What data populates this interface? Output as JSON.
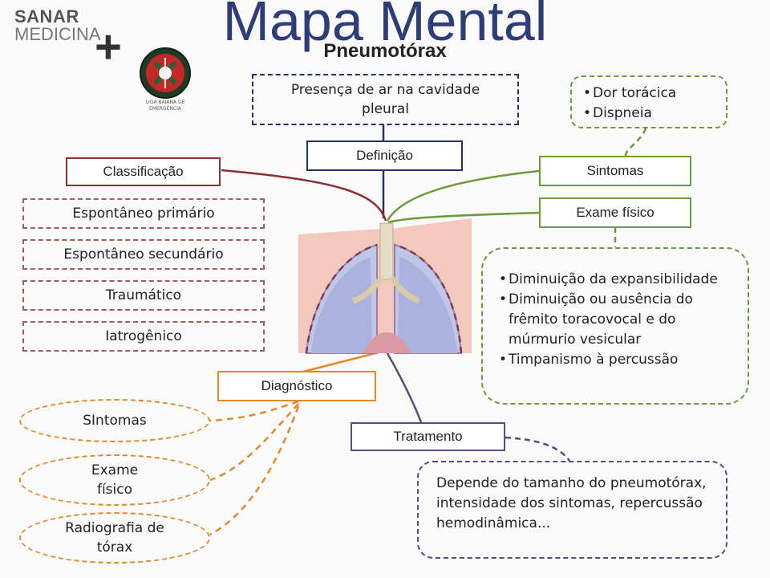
{
  "branding": {
    "sanar_top": "SANAR",
    "sanar_bottom": "MEDICINA",
    "plus": "+",
    "crest_caption": "LIGA BAIANA DE EMERGÊNCIA"
  },
  "title": "Mapa Mental",
  "subtitle": "Pneumotórax",
  "definicao": {
    "text": "Presença de ar na cavidade pleural",
    "label": "Definição"
  },
  "classificacao": {
    "label": "Classificação",
    "items": [
      "Espontâneo primário",
      "Espontâneo secundário",
      "Traumático",
      "Iatrogênico"
    ]
  },
  "sintomas": {
    "label": "Sintomas",
    "items": [
      "Dor torácica",
      "Dispneia"
    ]
  },
  "exame_fisico": {
    "label": "Exame físico",
    "items": [
      "Diminuição da expansibilidade",
      "Diminuição ou ausência do frêmito toracovocal e do múrmurio vesicular",
      "Timpanismo à percussão"
    ]
  },
  "diagnostico": {
    "label": "Diagnóstico",
    "items": [
      "SIntomas",
      "Exame físico",
      "Radiografia de tórax"
    ]
  },
  "tratamento": {
    "label": "Tratamento",
    "text": "Depende do tamanho do pneumotórax, intensidade dos sintomas, repercussão hemodinâmica..."
  },
  "colors": {
    "definicao": "#28306a",
    "classificacao": "#8e2f36",
    "sintomas": "#6f9a3a",
    "diagnostico": "#e08a2a",
    "tratamento": "#5a4a7d"
  }
}
